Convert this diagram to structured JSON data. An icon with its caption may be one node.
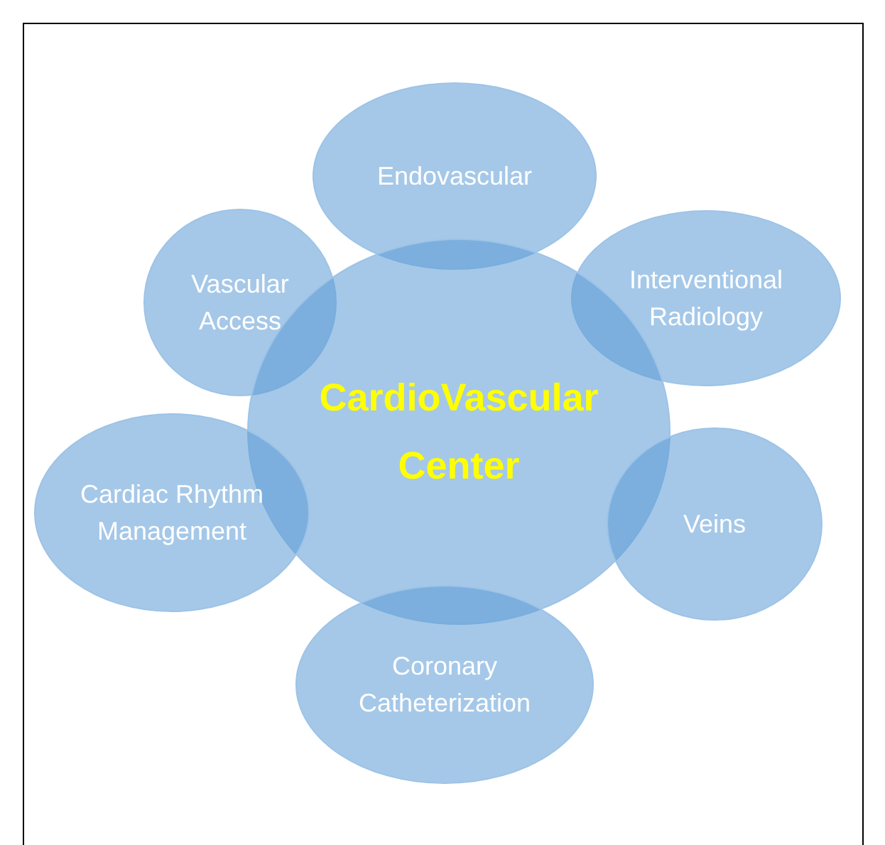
{
  "diagram": {
    "nodes": [
      {
        "text": [
          "Endovascular"
        ]
      },
      {
        "text": [
          "Vascular Access"
        ]
      },
      {
        "text": [
          "Interventional Radiology"
        ]
      },
      {
        "text": [
          "CardioVascular Center"
        ]
      },
      {
        "text": [
          "Cardiac Rhythm Management"
        ]
      },
      {
        "text": [
          "Veins"
        ]
      },
      {
        "text": [
          "Coronary Catheterization"
        ]
      }
    ]
  }
}
